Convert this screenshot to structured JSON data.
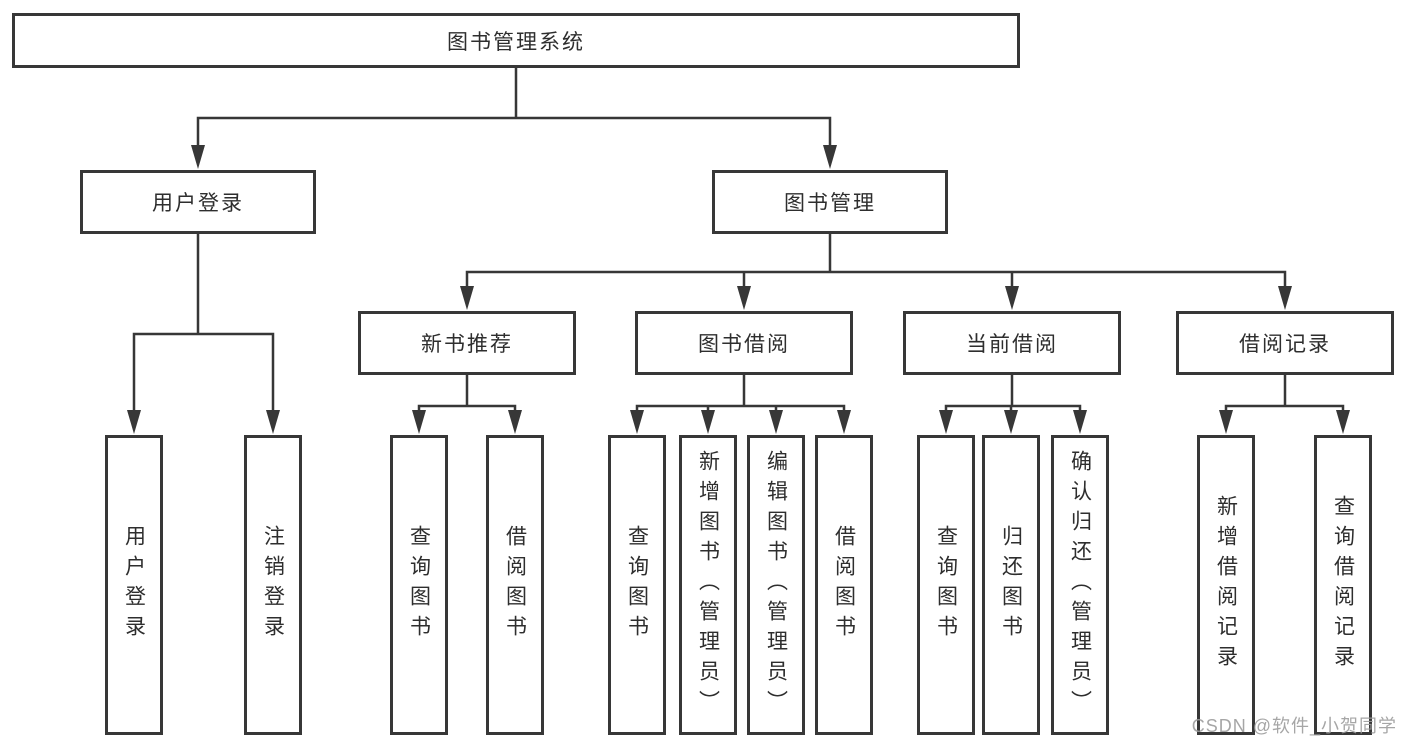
{
  "tree": {
    "label": "图书管理系统",
    "children": [
      {
        "label": "用户登录",
        "children": [
          {
            "label": "用户登录"
          },
          {
            "label": "注销登录"
          }
        ]
      },
      {
        "label": "图书管理",
        "children": [
          {
            "label": "新书推荐",
            "children": [
              {
                "label": "查询图书"
              },
              {
                "label": "借阅图书"
              }
            ]
          },
          {
            "label": "图书借阅",
            "children": [
              {
                "label": "查询图书"
              },
              {
                "label": "新增图书（管理员）"
              },
              {
                "label": "编辑图书（管理员）"
              },
              {
                "label": "借阅图书"
              }
            ]
          },
          {
            "label": "当前借阅",
            "children": [
              {
                "label": "查询图书"
              },
              {
                "label": "归还图书"
              },
              {
                "label": "确认归还（管理员）"
              }
            ]
          },
          {
            "label": "借阅记录",
            "children": [
              {
                "label": "新增借阅记录"
              },
              {
                "label": "查询借阅记录"
              }
            ]
          }
        ]
      }
    ]
  },
  "watermark": {
    "text": "CSDN @软件_小贺同学"
  },
  "colors": {
    "line": "#373737",
    "box_border": "#373737",
    "text": "#2e2e2e",
    "background": "#ffffff",
    "watermark": "#9d9d9d"
  }
}
